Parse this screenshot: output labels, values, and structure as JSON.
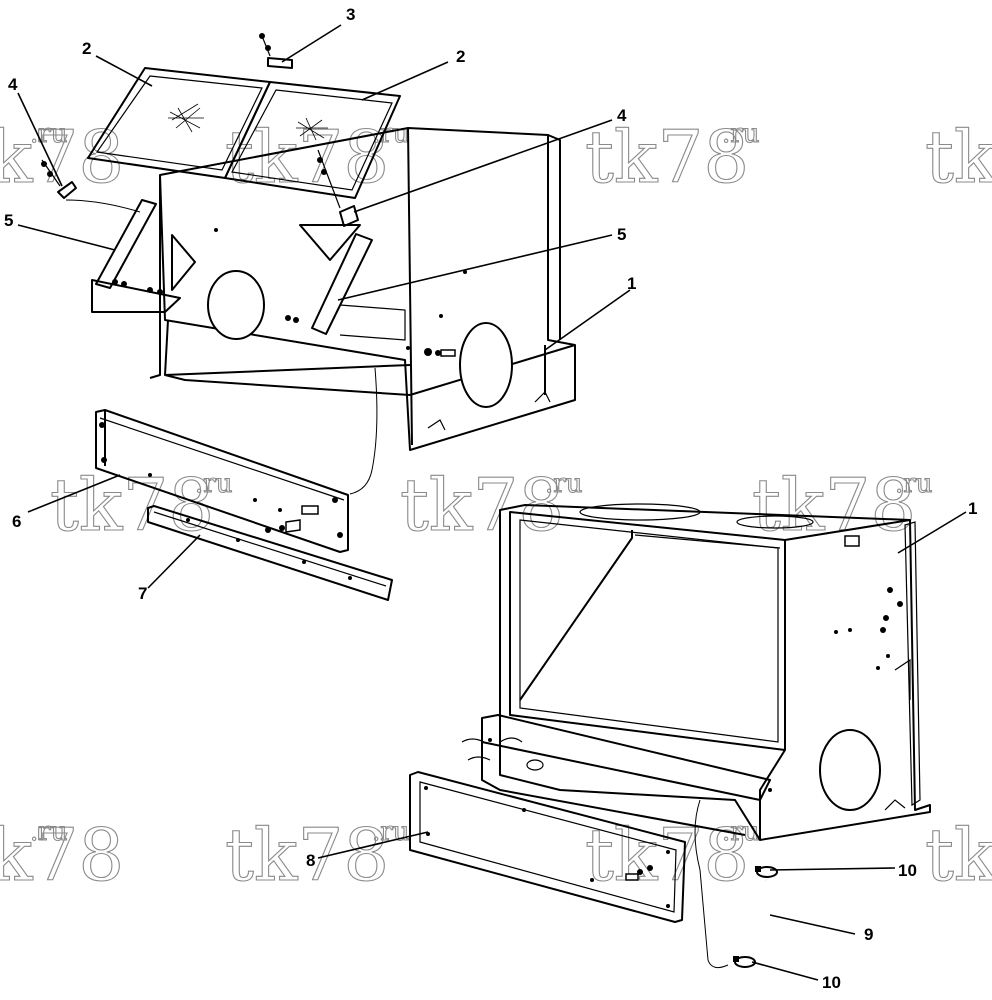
{
  "watermark": {
    "main": "tk78",
    "suffix": ".ru"
  },
  "callouts": {
    "c1a": "1",
    "c1b": "1",
    "c2a": "2",
    "c2b": "2",
    "c3": "3",
    "c4a": "4",
    "c4b": "4",
    "c5a": "5",
    "c5b": "5",
    "c6": "6",
    "c7": "7",
    "c8": "8",
    "c9": "9",
    "c10a": "10",
    "c10b": "10"
  }
}
